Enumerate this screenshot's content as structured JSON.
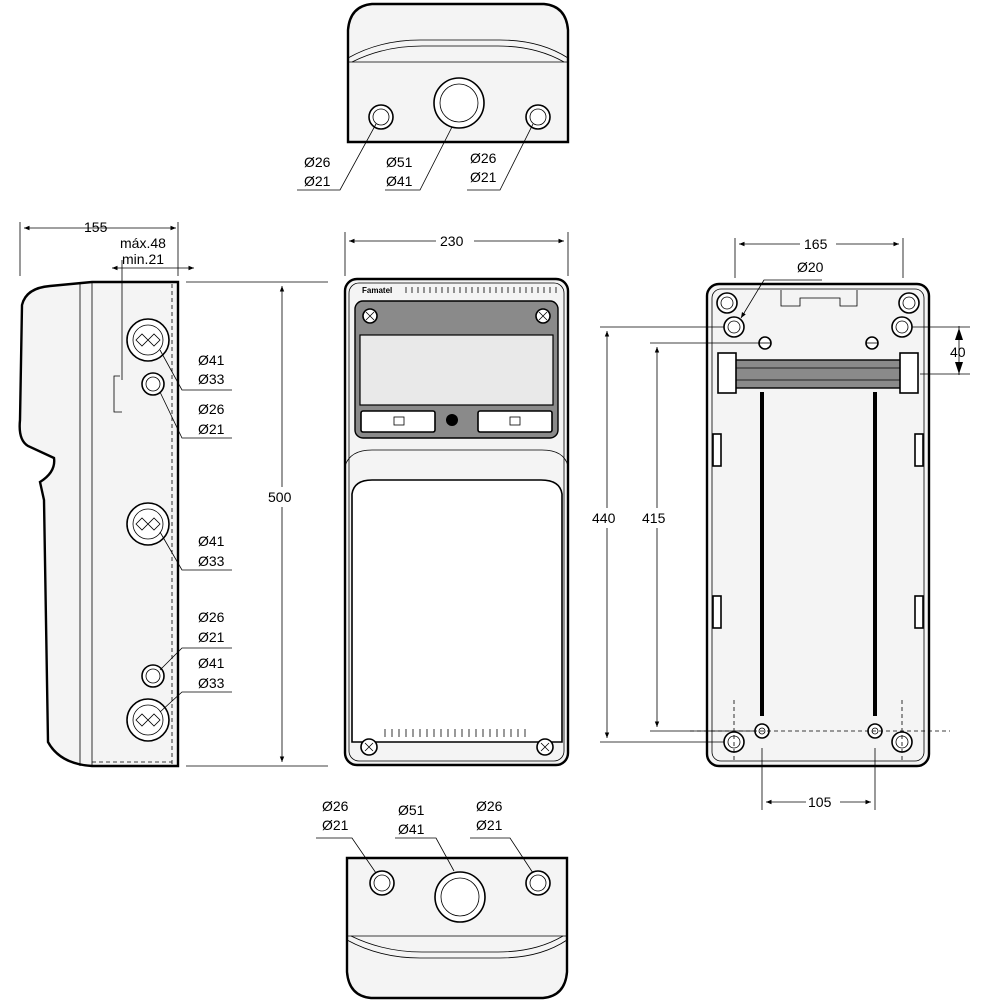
{
  "top_view": {
    "hole_left": [
      "Ø26",
      "Ø21"
    ],
    "hole_center": [
      "Ø51",
      "Ø41"
    ],
    "hole_right": [
      "Ø26",
      "Ø21"
    ]
  },
  "bottom_view": {
    "hole_left": [
      "Ø26",
      "Ø21"
    ],
    "hole_center": [
      "Ø51",
      "Ø41"
    ],
    "hole_right": [
      "Ø26",
      "Ø21"
    ]
  },
  "side_view": {
    "depth": "155",
    "max_label": "máx.48",
    "min_label": "min.21",
    "height": "500",
    "hole_1": [
      "Ø41",
      "Ø33"
    ],
    "hole_2": [
      "Ø26",
      "Ø21"
    ],
    "hole_3": [
      "Ø41",
      "Ø33"
    ],
    "hole_4": [
      "Ø26",
      "Ø21"
    ],
    "hole_5": [
      "Ø41",
      "Ø33"
    ]
  },
  "front_view": {
    "width": "230",
    "brand": "Famatel"
  },
  "rear_view": {
    "top_spacing": "165",
    "mount_hole": "Ø20",
    "rail_offset": "40",
    "height_outer": "440",
    "height_inner": "415",
    "bottom_spacing": "105"
  }
}
